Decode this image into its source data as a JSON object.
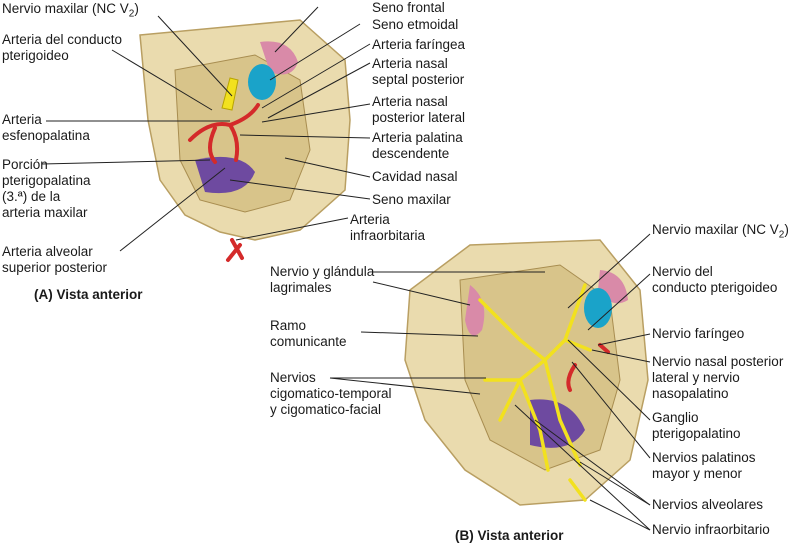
{
  "panel_a": {
    "caption": "(A) Vista anterior",
    "labels": {
      "maxillary_nerve": "Nervio maxilar (NC V",
      "maxillary_nerve_sub": "2",
      "maxillary_nerve_close": ")",
      "pterygoid_canal_artery_1": "Arteria del conducto",
      "pterygoid_canal_artery_2": "pterigoideo",
      "sphenopalatine_artery_1": "Arteria",
      "sphenopalatine_artery_2": "esfenopalatina",
      "pterygopalatine_portion_1": "Porción",
      "pterygopalatine_portion_2": "pterigopalatina",
      "pterygopalatine_portion_3": "(3.ª) de la",
      "pterygopalatine_portion_4": "arteria maxilar",
      "posterior_superior_alveolar_1": "Arteria alveolar",
      "posterior_superior_alveolar_2": "superior posterior",
      "frontal_sinus": "Seno frontal",
      "ethmoid_sinus": "Seno etmoidal",
      "pharyngeal_artery": "Arteria faríngea",
      "posterior_septal_1": "Arteria nasal",
      "posterior_septal_2": "septal posterior",
      "posterior_lateral_1": "Arteria nasal",
      "posterior_lateral_2": "posterior lateral",
      "descending_palatine_1": "Arteria palatina",
      "descending_palatine_2": "descendente",
      "nasal_cavity": "Cavidad nasal",
      "maxillary_sinus": "Seno maxilar",
      "infraorbital_artery_1": "Arteria",
      "infraorbital_artery_2": "infraorbitaria"
    }
  },
  "panel_b": {
    "caption": "(B) Vista anterior",
    "labels": {
      "maxillary_nerve": "Nervio maxilar (NC V",
      "maxillary_nerve_sub": "2",
      "maxillary_nerve_close": ")",
      "lacrimal_1": "Nervio y glándula",
      "lacrimal_2": "lagrimales",
      "communicating_1": "Ramo",
      "communicating_2": "comunicante",
      "zygomatic_1": "Nervios",
      "zygomatic_2": "cigomatico-temporal",
      "zygomatic_3": "y cigomatico-facial",
      "pterygoid_canal_nerve_1": "Nervio del",
      "pterygoid_canal_nerve_2": "conducto pterigoideo",
      "pharyngeal_nerve": "Nervio faríngeo",
      "posterior_lateral_nasal_1": "Nervio nasal posterior",
      "posterior_lateral_nasal_2": "lateral y nervio",
      "posterior_lateral_nasal_3": "nasopalatino",
      "ganglion_1": "Ganglio",
      "ganglion_2": "pterigopalatino",
      "palatine_1": "Nervios palatinos",
      "palatine_2": "mayor y menor",
      "alveolar": "Nervios alveolares",
      "infraorbital_nerve": "Nervio infraorbitario"
    }
  },
  "colors": {
    "bone": "#eadbae",
    "bone_dark": "#c9b27a",
    "artery": "#d42a2a",
    "nerve": "#f2e11e",
    "sinus_blue": "#1aa3c9",
    "sinus_purple": "#6e4aa0",
    "pink_tissue": "#d98aa8"
  }
}
